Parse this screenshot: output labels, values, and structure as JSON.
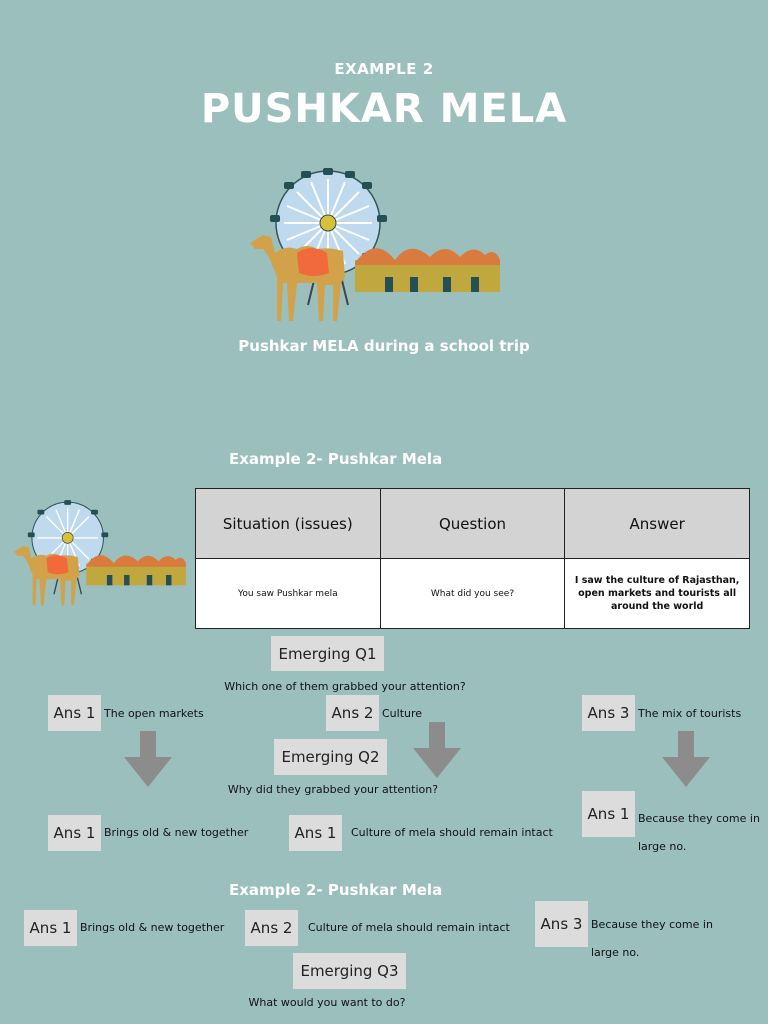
{
  "header": {
    "example_label": "EXAMPLE 2",
    "title": "PUSHKAR MELA",
    "caption": "Pushkar MELA during a school trip"
  },
  "section1": {
    "title": "Example 2-  Pushkar Mela",
    "table": {
      "headers": [
        "Situation (issues)",
        "Question",
        "Answer"
      ],
      "row": [
        "You saw Pushkar mela",
        "What did you see?",
        "I saw the culture of Rajasthan, open markets and tourists all around the world"
      ]
    },
    "emerging_q1": {
      "label": "Emerging Q1",
      "question": "Which one of them grabbed your attention?"
    },
    "answers1": [
      {
        "label": "Ans 1",
        "text": "The open markets"
      },
      {
        "label": "Ans 2",
        "text": "Culture"
      },
      {
        "label": "Ans 3",
        "text": "The mix of tourists"
      }
    ],
    "emerging_q2": {
      "label": "Emerging Q2",
      "question": "Why did they grabbed your attention?"
    },
    "answers2": [
      {
        "label": "Ans 1",
        "text": "Brings old & new together"
      },
      {
        "label": "Ans 1",
        "text": "Culture of mela should remain intact"
      },
      {
        "label": "Ans 1",
        "text": "Because they come in large no."
      }
    ]
  },
  "section2": {
    "title": "Example 2-  Pushkar Mela",
    "answers": [
      {
        "label": "Ans 1",
        "text": "Brings old & new together"
      },
      {
        "label": "Ans 2",
        "text": "Culture of mela should remain intact"
      },
      {
        "label": "Ans 3",
        "text": "Because they come in large no."
      }
    ],
    "emerging_q3": {
      "label": "Emerging Q3",
      "question": "What would you want to do?"
    }
  },
  "colors": {
    "background": "#9bbfbd",
    "box": "#dcdcdc",
    "arrow": "#8c8c8c",
    "camel": "#d2a24a",
    "saddle": "#f06a3c",
    "wheel": "#bfd9ee",
    "huts": "#c0a83e",
    "roofs": "#d97a3e"
  }
}
